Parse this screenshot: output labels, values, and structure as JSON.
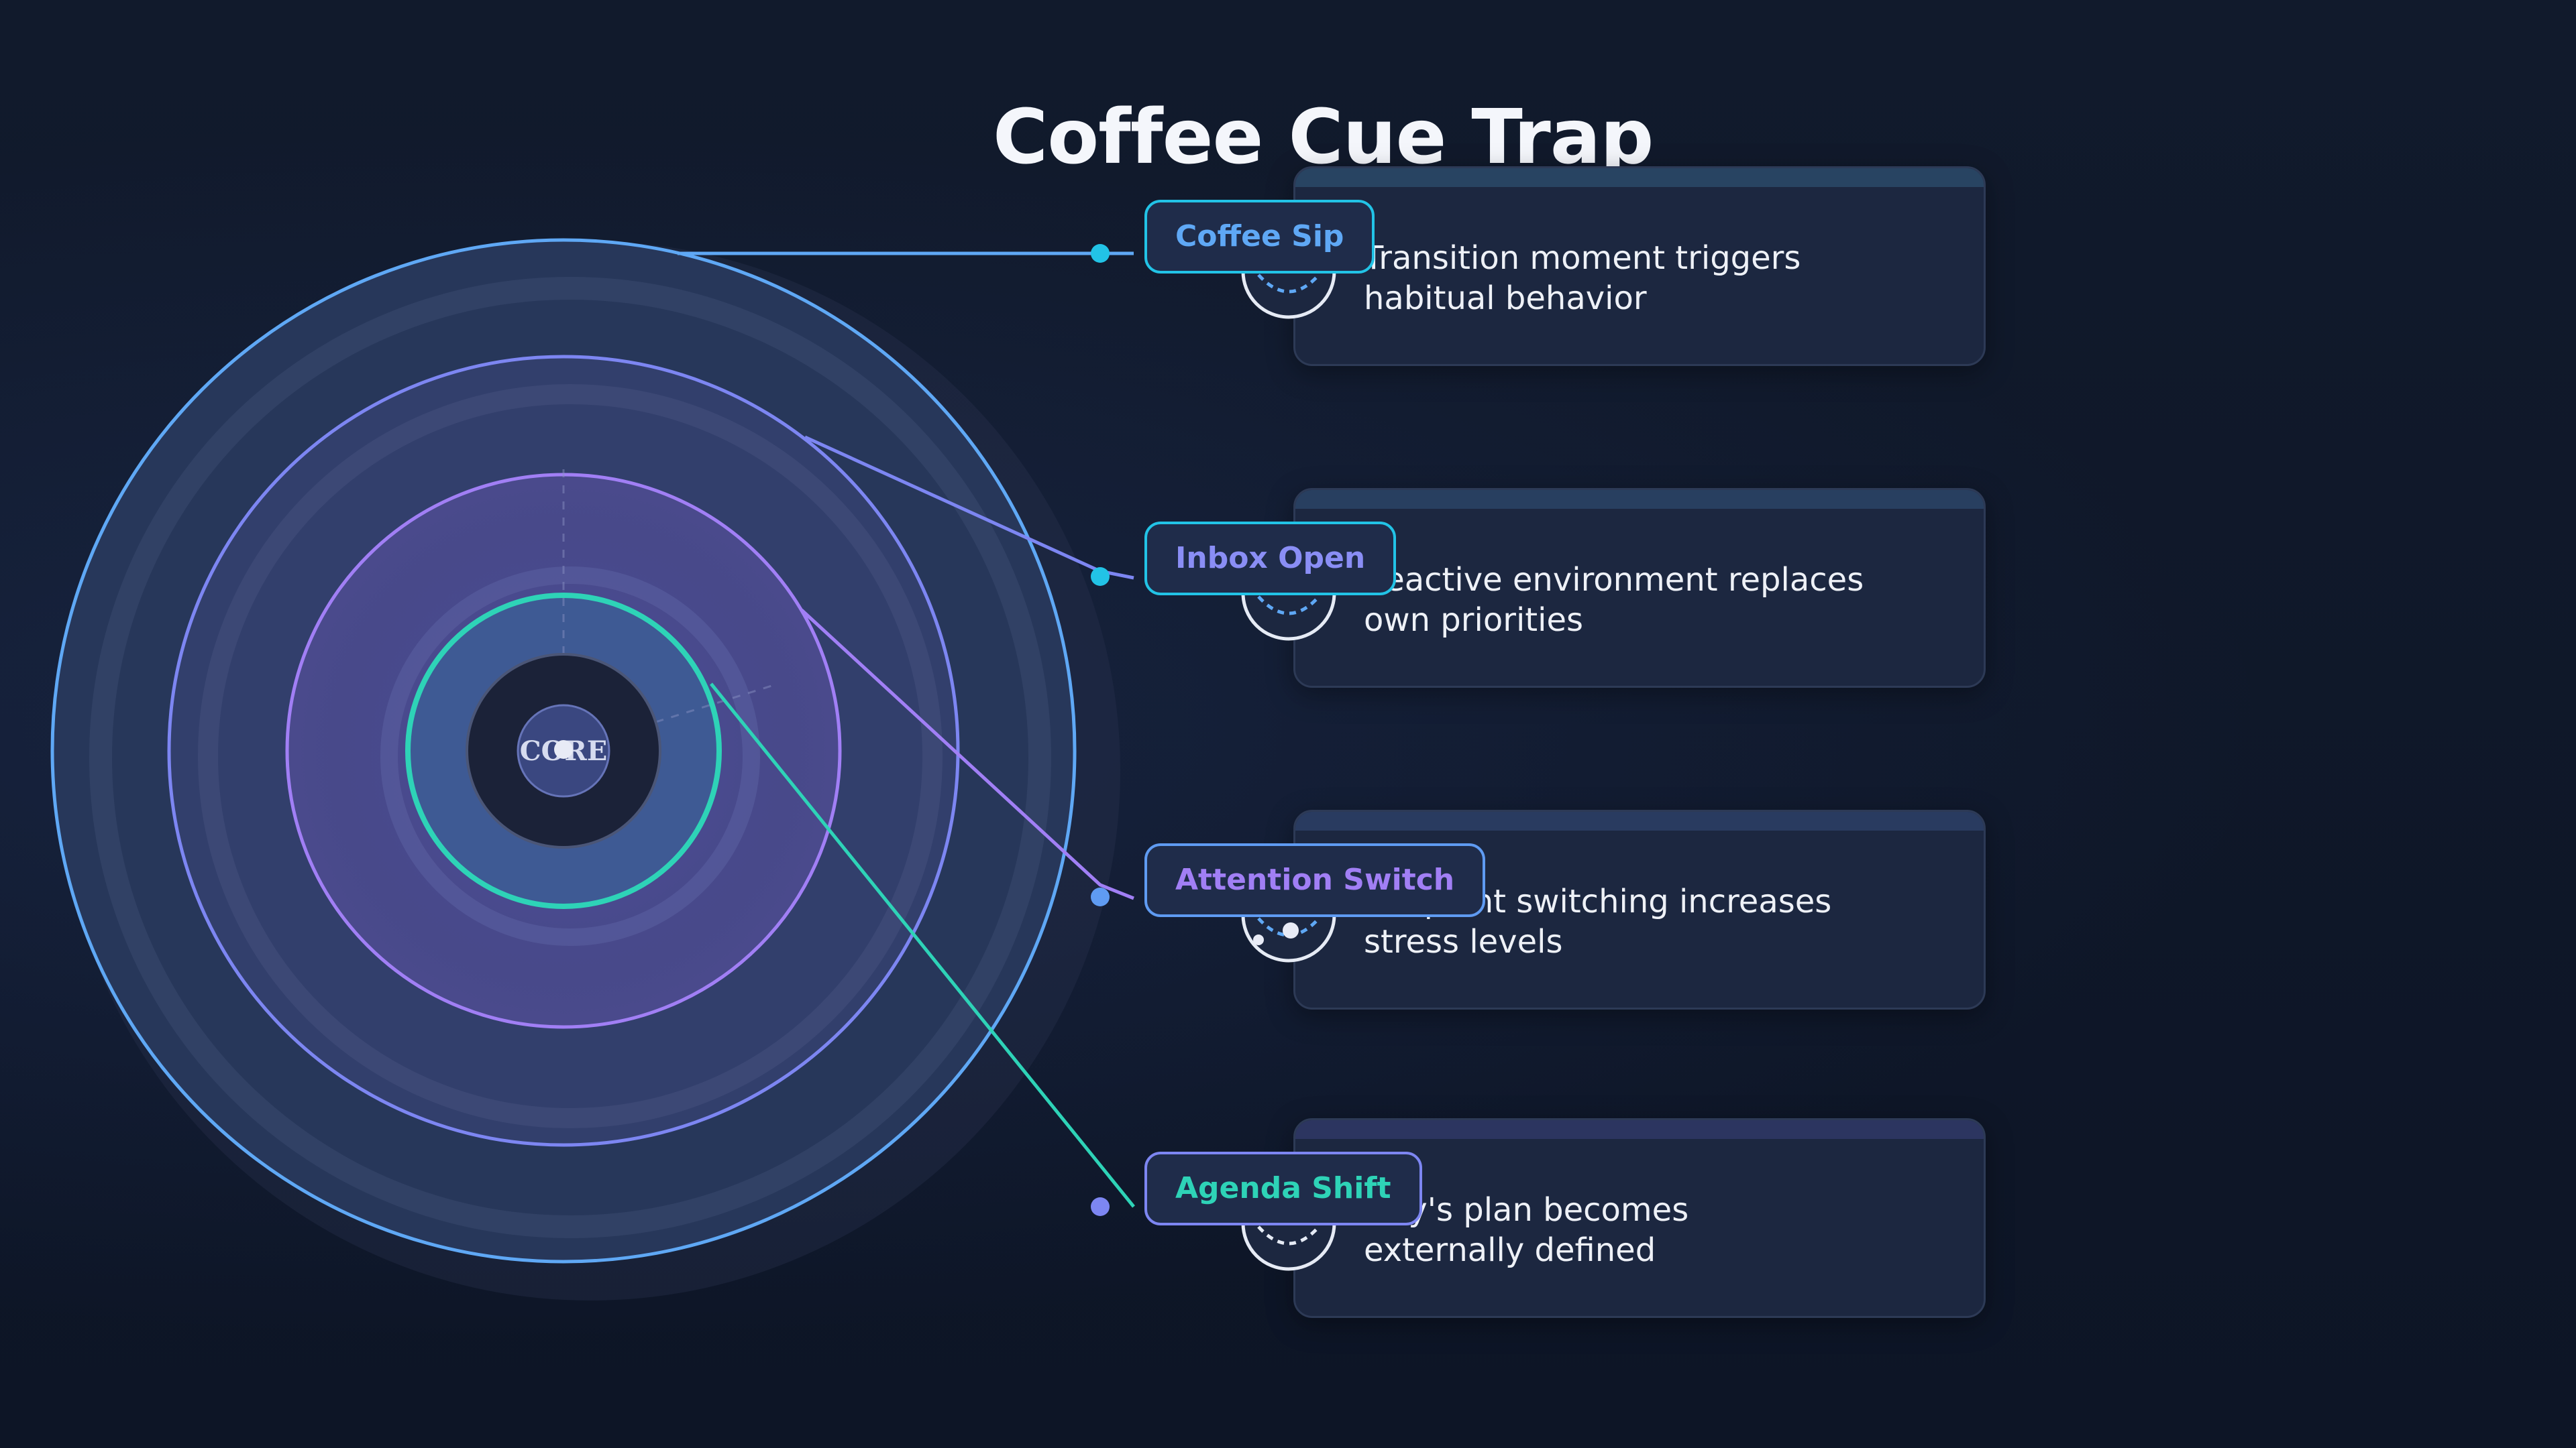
{
  "title": "Coffee Cue Trap",
  "core_label": "CORE",
  "colors": {
    "background": "#0f1829",
    "ring_outer": "#5fa8f5",
    "ring_2": "#7d86f2",
    "ring_3": "#a17ff5",
    "ring_inner": "#2ed3b7",
    "card_bg": "#1c2740"
  },
  "stages": [
    {
      "label": "Coffee Sip",
      "description_line1": "Transition moment triggers",
      "description_line2": "habitual behavior",
      "accent": "#5fa8f5",
      "dot": "#22c3e6",
      "icon": "coffee-cup-icon"
    },
    {
      "label": "Inbox Open",
      "description_line1": "Reactive environment replaces",
      "description_line2": "own priorities",
      "accent": "#7d86f2",
      "dot": "#22c3e6",
      "icon": "inbox-icon"
    },
    {
      "label": "Attention Switch",
      "description_line1": "Frequent switching increases",
      "description_line2": "stress levels",
      "accent": "#a17ff5",
      "dot": "#5f9bf2",
      "icon": "switch-icon"
    },
    {
      "label": "Agenda Shift",
      "description_line1": "Day's plan becomes",
      "description_line2": "externally defined",
      "accent": "#2ed3b7",
      "dot": "#7d86f2",
      "icon": "calendar-icon"
    }
  ]
}
